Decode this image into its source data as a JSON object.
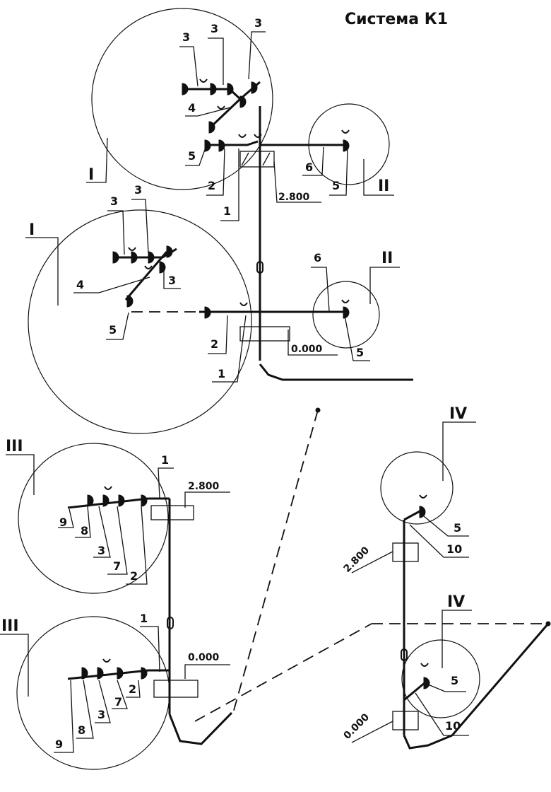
{
  "title": "Система К1",
  "views": {
    "I": "I",
    "II": "II",
    "III": "III",
    "IV": "IV"
  },
  "levels": {
    "upper": "2.800",
    "lower": "0.000"
  },
  "labels": {
    "n1": "1",
    "n2": "2",
    "n3": "3",
    "n4": "4",
    "n5": "5",
    "n6": "6",
    "n7": "7",
    "n8": "8",
    "n9": "9",
    "n10": "10"
  }
}
